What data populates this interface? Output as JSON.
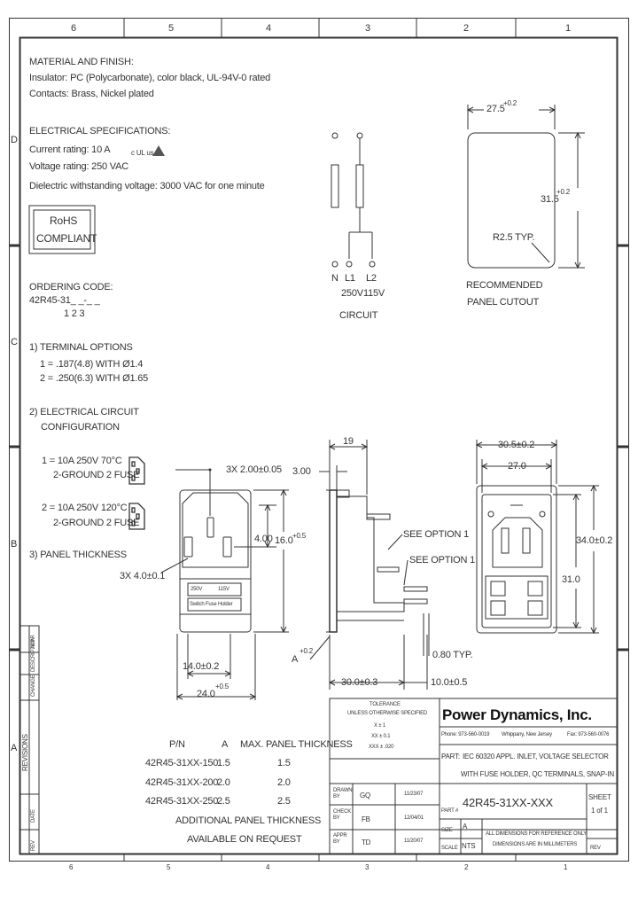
{
  "grid": {
    "top_cols": [
      "6",
      "5",
      "4",
      "3",
      "2",
      "1"
    ],
    "bottom_cols": [
      "6",
      "5",
      "4",
      "3",
      "2",
      "1"
    ],
    "rows_left": [
      "D",
      "C",
      "B",
      "A"
    ]
  },
  "notes": {
    "material_title": "MATERIAL AND FINISH:",
    "insulator": "Insulator: PC (Polycarbonate), color black, UL-94V-0 rated",
    "contacts": "Contacts: Brass, Nickel plated",
    "elec_title": "ELECTRICAL SPECIFICATIONS:",
    "current": "Current rating: 10 A",
    "voltage": "Voltage rating: 250 VAC",
    "dielectric": "Dielectric withstanding voltage: 3000 VAC for one minute",
    "ul_mark": "c UL us",
    "rohs_line1": "RoHS",
    "rohs_line2": "COMPLIANT"
  },
  "ordering": {
    "title": "ORDERING CODE:",
    "code": "42R45-31_ _-_ _",
    "positions": "1  2     3",
    "term_title": "1)  TERMINAL OPTIONS",
    "term1": "1 =  .187(4.8) WITH Ø1.4",
    "term2": "2 =  .250(6.3) WITH Ø1.65",
    "circ_title": "2)  ELECTRICAL CIRCUIT",
    "circ_title2": "CONFIGURATION",
    "c1a": "1 = 10A 250V 70°C",
    "c1b": "2-GROUND 2 FUSE",
    "c2a": "2 = 10A 250V 120°C",
    "c2b": "2-GROUND 2 FUSE",
    "panel": "3)  PANEL THICKNESS"
  },
  "circuit": {
    "n": "N",
    "l1": "L1",
    "l2": "L2",
    "v1": "250V",
    "v2": "115V",
    "label": "CIRCUIT"
  },
  "cutout": {
    "w": "27.5",
    "w_tol": "+0.2",
    "h": "31.5",
    "h_tol": "+0.2",
    "radius": "R2.5 TYP.",
    "label1": "RECOMMENDED",
    "label2": "PANEL CUTOUT"
  },
  "front_view": {
    "pins": "3X 2.00±0.05",
    "d300": "3.00",
    "d400": "4.00",
    "d160": "16.0",
    "d160_tol": "+0.5",
    "slots": "3X 4.0±0.1",
    "d140": "14.0±0.2",
    "d240": "24.0",
    "d240_tol": "+0.5",
    "label_text": "Switch Fuse Holder",
    "label_v1": "250V",
    "label_v2": "115V"
  },
  "side_view": {
    "d19": "19",
    "opt1a": "SEE OPTION 1",
    "opt1b": "SEE OPTION 1",
    "a_label": "A",
    "a_tol": "+0.2",
    "d080": "0.80 TYP.",
    "d300": "30.0±0.3",
    "d100": "10.0±0.5"
  },
  "rear_view": {
    "d305": "30.5±0.2",
    "d270": "27.0",
    "d340": "34.0±0.2",
    "d310": "31.0"
  },
  "thickness_table": {
    "headers": [
      "P/N",
      "A",
      "MAX. PANEL THICKNESS"
    ],
    "rows": [
      [
        "42R45-31XX-150",
        "1.5",
        "1.5"
      ],
      [
        "42R45-31XX-200",
        "2.0",
        "2.0"
      ],
      [
        "42R45-31XX-250",
        "2.5",
        "2.5"
      ]
    ],
    "note1": "ADDITIONAL PANEL THICKNESS",
    "note2": "AVAILABLE ON REQUEST"
  },
  "revisions": {
    "title": "REVISIONS",
    "cols": [
      "REV",
      "DATE",
      "CHANGE",
      "DESCRIPTION",
      "APPR"
    ]
  },
  "tolerance": {
    "title": "TOLERANCE",
    "sub": "UNLESS OTHERWISE SPECIFIED",
    "x": "X    ±    1",
    "xx": "XX   ±   0.1",
    "xxx": "XXX   ±   .020"
  },
  "title_block": {
    "company": "Power Dynamics, Inc.",
    "phone": "Phone: 973-560-0019",
    "city": "Whippany, New Jersey",
    "fax": "Fax: 973-560-0076",
    "part_label": "PART:",
    "part1": "IEC 60320 APPL. INLET, VOLTAGE SELECTOR",
    "part2": "WITH FUSE HOLDER, QC TERMINALS, SNAP-IN",
    "drawn_label": "DRAWN BY",
    "drawn_by": "GQ",
    "drawn_date": "11/23/07",
    "check_label": "CHECK BY",
    "check_by": "FB",
    "check_date": "12/04/01",
    "appr_label": "APPR BY",
    "appr_by": "TD",
    "appr_date": "11/20/07",
    "pn_label": "PART #",
    "pn": "42R45-31XX-XXX",
    "sheet_label": "SHEET",
    "sheet": "1 of 1",
    "size_label": "SIZE",
    "size": "A",
    "scale_label": "SCALE",
    "scale": "NTS",
    "dim_note1": "ALL DIMENSIONS FOR REFERENCE ONLY",
    "dim_note2": "DIMENSIONS ARE IN MILLIMETERS",
    "rev_label": "REV"
  }
}
